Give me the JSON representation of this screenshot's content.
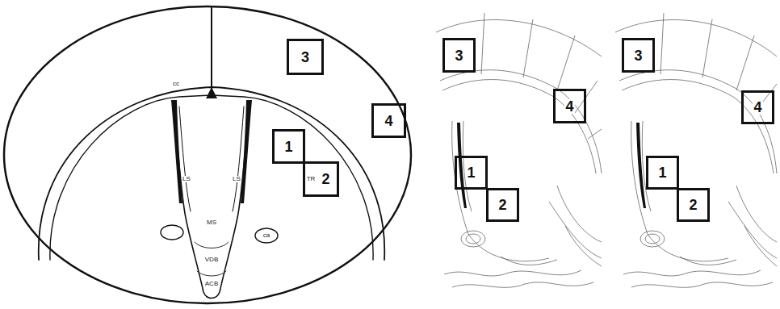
{
  "diagram": {
    "nodes": [
      {
        "text": [
          "3"
        ]
      },
      {
        "text": [
          "4"
        ]
      },
      {
        "text": [
          "1"
        ]
      },
      {
        "text": [
          "2"
        ]
      },
      {
        "text": [
          "3"
        ]
      },
      {
        "text": [
          "4"
        ]
      },
      {
        "text": [
          "1"
        ]
      },
      {
        "text": [
          "2"
        ]
      },
      {
        "text": [
          "3"
        ]
      },
      {
        "text": [
          "4"
        ]
      },
      {
        "text": [
          "1"
        ]
      },
      {
        "text": [
          "2"
        ]
      }
    ],
    "labels": [
      "cc",
      "LS",
      "LS",
      "TR",
      "MS",
      "ca",
      "VDB",
      "ACB"
    ]
  }
}
